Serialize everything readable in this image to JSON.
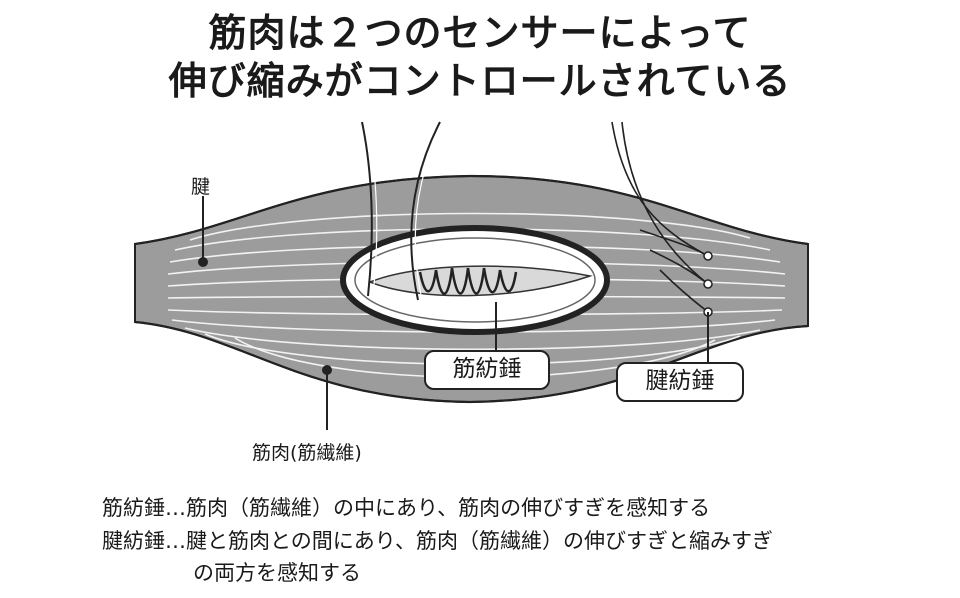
{
  "title": {
    "line1": "筋肉は２つのセンサーによって",
    "line2": "伸び縮みがコントロールされている"
  },
  "labels": {
    "tendon": "腱",
    "muscle": "筋肉(筋繊維)",
    "spindle": "筋紡錘",
    "tendon_organ": "腱紡錘"
  },
  "notes": [
    "筋紡錘…筋肉（筋繊維）の中にあり、筋肉の伸びすぎを感知する",
    "腱紡錘…腱と筋肉との間にあり、筋肉（筋繊維）の伸びすぎと縮みすぎ",
    "の両方を感知する"
  ]
}
